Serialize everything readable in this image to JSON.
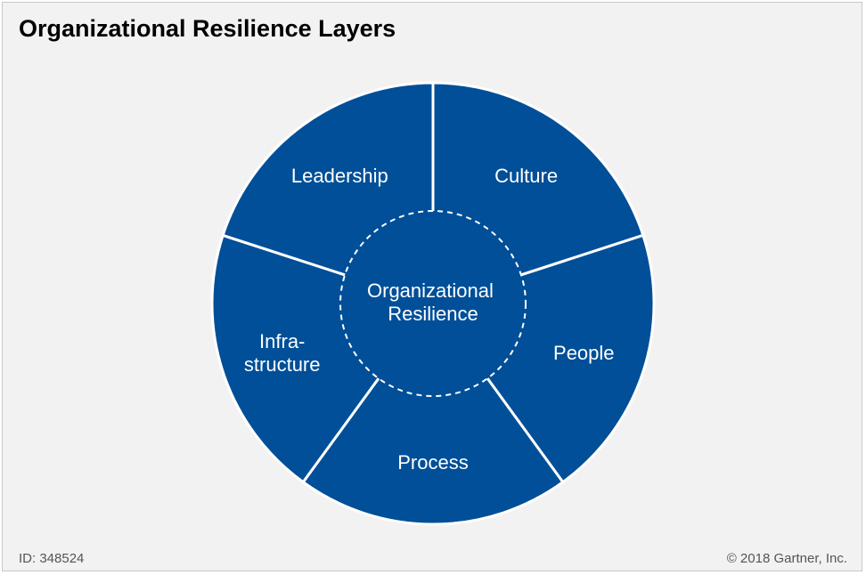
{
  "title": "Organizational Resilience Layers",
  "footer": {
    "id": "ID: 348524",
    "copyright": "© 2018 Gartner, Inc."
  },
  "colors": {
    "segment_fill": "#004f98",
    "background": "#f2f2f2",
    "divider": "#ffffff",
    "text": "#ffffff"
  },
  "core": {
    "lines": [
      "Organizational",
      "Resilience"
    ]
  },
  "segments": [
    {
      "key": "culture",
      "lines": [
        "Culture"
      ]
    },
    {
      "key": "people",
      "lines": [
        "People"
      ]
    },
    {
      "key": "process",
      "lines": [
        "Process"
      ]
    },
    {
      "key": "infrastructure",
      "lines": [
        "Infra-",
        "structure"
      ]
    },
    {
      "key": "leadership",
      "lines": [
        "Leadership"
      ]
    }
  ]
}
